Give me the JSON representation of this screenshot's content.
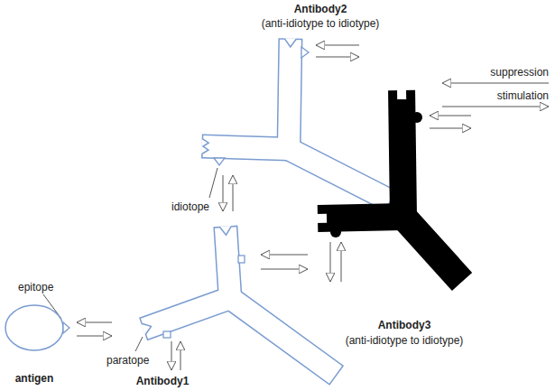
{
  "diagram": {
    "nodes": [
      {
        "text": [
          "antigen"
        ]
      },
      {
        "text": [
          "Antibody1"
        ]
      },
      {
        "text": [
          "Antibody2",
          "(anti-idiotype to idiotype)"
        ]
      },
      {
        "text": [
          "Antibody3",
          "(anti-idiotype to idiotype)"
        ]
      }
    ],
    "edges": [
      {
        "from": 1,
        "to": 0,
        "arrow": "to"
      },
      {
        "from": 0,
        "to": 1,
        "arrow": "to"
      },
      {
        "from": 2,
        "to": 1,
        "arrow": "to"
      },
      {
        "from": 1,
        "to": 2,
        "arrow": "to"
      },
      {
        "from": 3,
        "to": 1,
        "arrow": "to"
      },
      {
        "from": 1,
        "to": 3,
        "arrow": "to"
      }
    ],
    "labels": [
      "epitope",
      "paratope",
      "idiotope"
    ],
    "legend": [
      {
        "text": "suppression"
      },
      {
        "text": "stimulation"
      }
    ]
  }
}
